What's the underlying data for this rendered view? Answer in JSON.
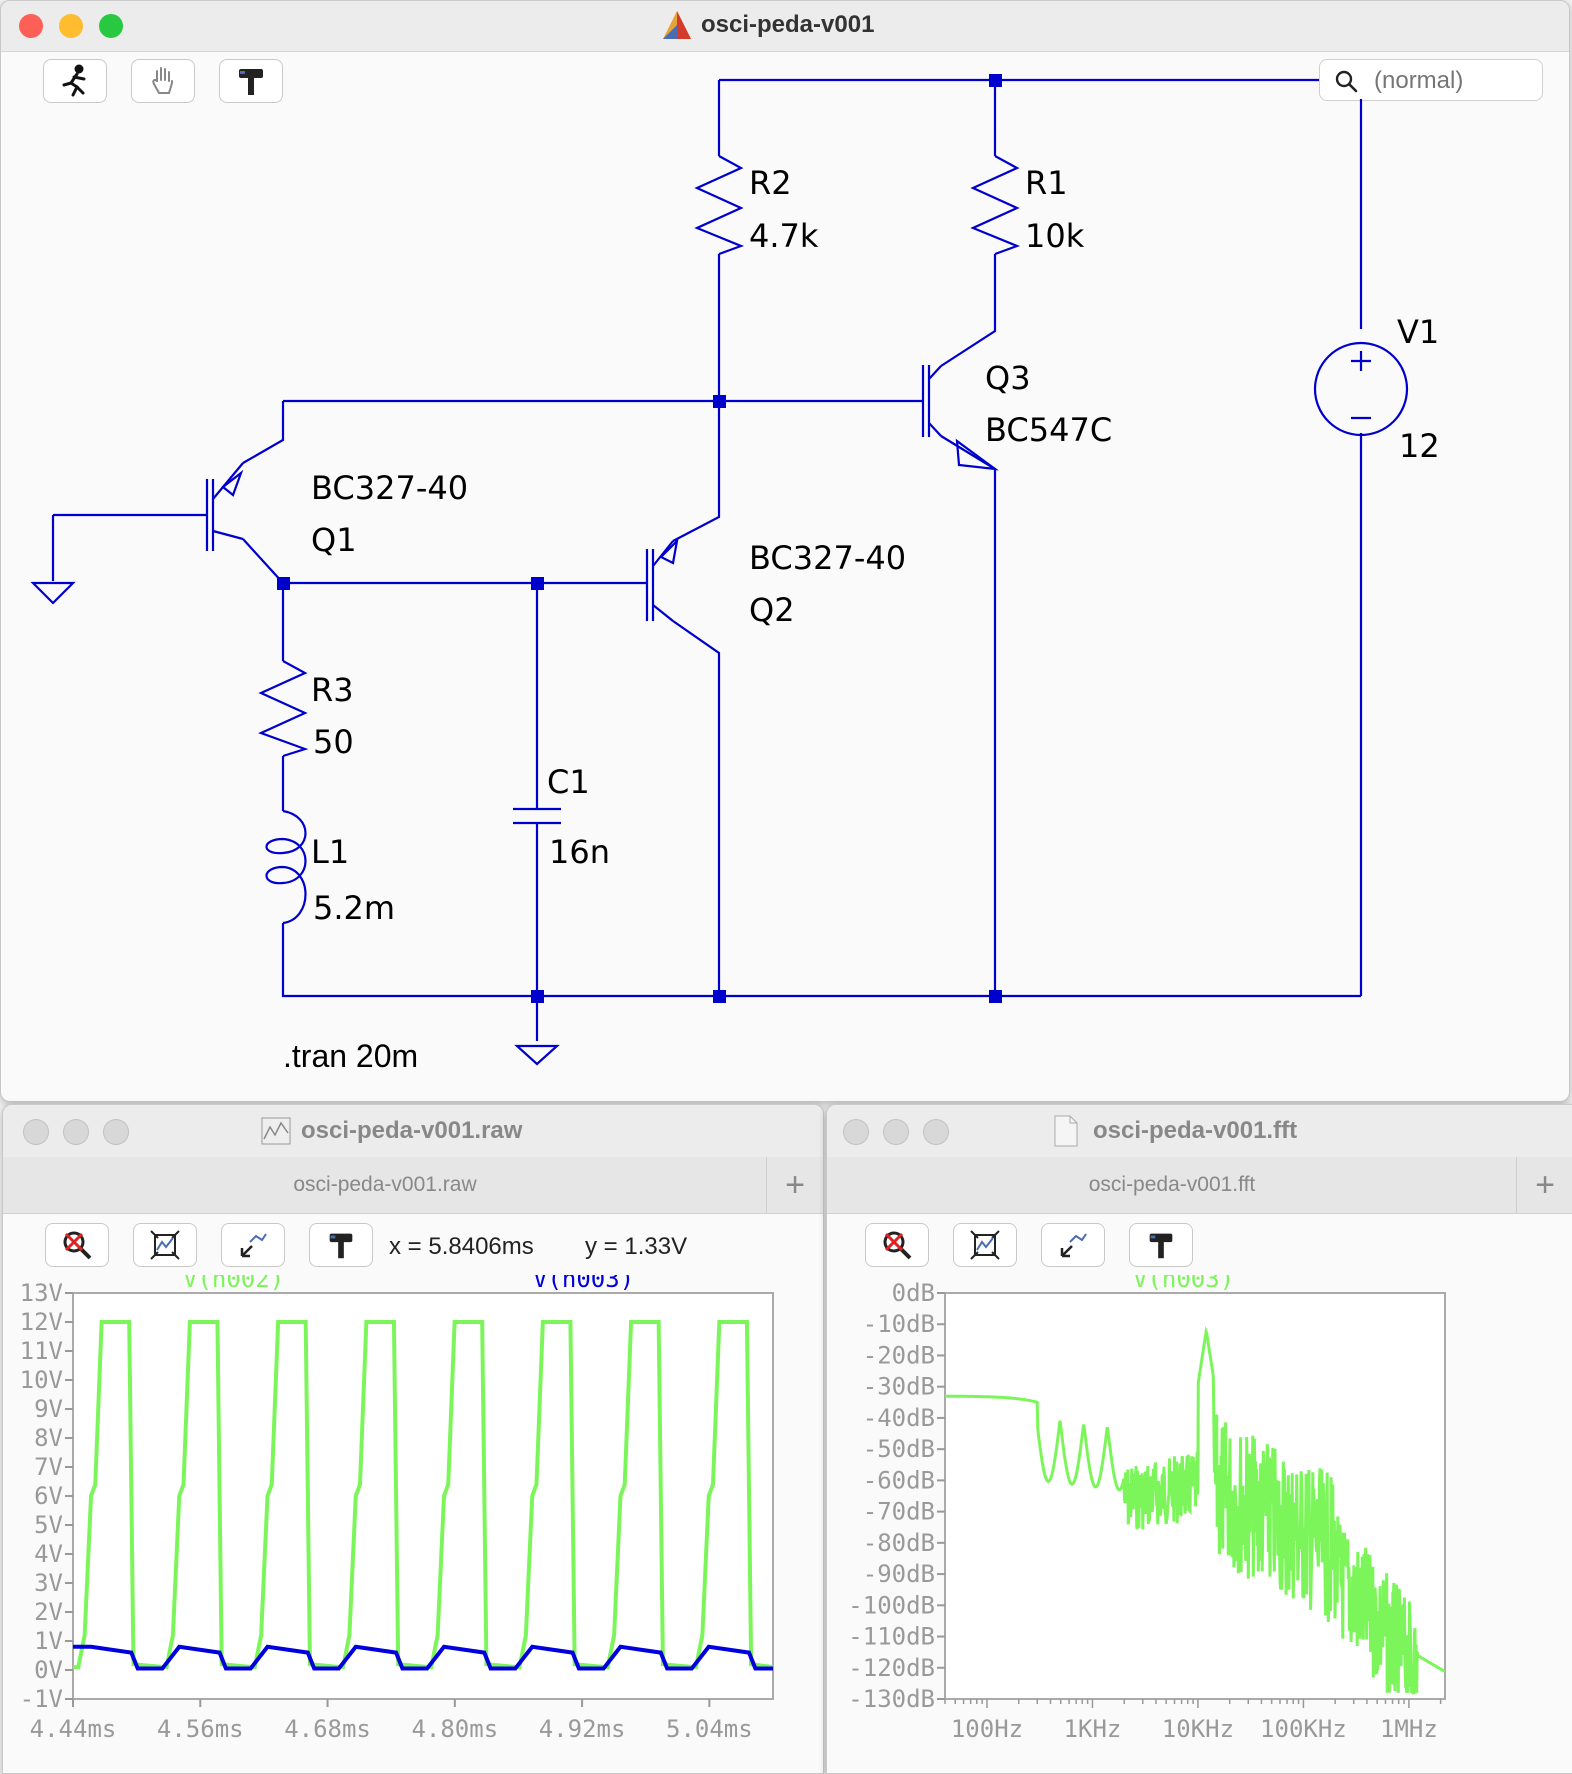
{
  "schematic_window": {
    "title": "osci-peda-v001",
    "toolbar": [
      "run",
      "pan",
      "hammer"
    ],
    "search": {
      "placeholder": "(normal)"
    },
    "components": {
      "R1": {
        "name": "R1",
        "value": "10k"
      },
      "R2": {
        "name": "R2",
        "value": "4.7k"
      },
      "R3": {
        "name": "R3",
        "value": "50"
      },
      "L1": {
        "name": "L1",
        "value": "5.2m"
      },
      "C1": {
        "name": "C1",
        "value": "16n"
      },
      "V1": {
        "name": "V1",
        "value": "12"
      },
      "Q1": {
        "name": "Q1",
        "model": "BC327-40"
      },
      "Q2": {
        "name": "Q2",
        "model": "BC327-40"
      },
      "Q3": {
        "name": "Q3",
        "model": "BC547C"
      }
    },
    "directive": ".tran 20m",
    "wire_color": "#0000cc"
  },
  "waveform_window": {
    "title": "osci-peda-v001.raw",
    "tab": "osci-peda-v001.raw",
    "readout": {
      "x": "x = 5.8406ms",
      "y": "y = 1.33V"
    },
    "chart_data": {
      "type": "line",
      "series": [
        {
          "name": "V(n002)",
          "color": "#7cf55a",
          "kind": "square"
        },
        {
          "name": "V(n003)",
          "color": "#0000dd",
          "kind": "low"
        }
      ],
      "x_ticks": [
        "4.44ms",
        "4.56ms",
        "4.68ms",
        "4.80ms",
        "4.92ms",
        "5.04ms"
      ],
      "y_ticks": [
        "13V",
        "12V",
        "11V",
        "10V",
        "9V",
        "8V",
        "7V",
        "6V",
        "5V",
        "4V",
        "3V",
        "2V",
        "1V",
        "0V",
        "-1V"
      ],
      "xlim": [
        4.44,
        5.1
      ],
      "ylim": [
        -1,
        13
      ],
      "period_ms": 0.0832,
      "high_v": 12,
      "low_v": 0,
      "blue_peak_v": 0.8
    }
  },
  "fft_window": {
    "title": "osci-peda-v001.fft",
    "tab": "osci-peda-v001.fft",
    "chart_data": {
      "type": "line",
      "series": [
        {
          "name": "V(n003)",
          "color": "#7cf55a"
        }
      ],
      "x_ticks": [
        "100Hz",
        "1KHz",
        "10KHz",
        "100KHz",
        "1MHz"
      ],
      "y_ticks": [
        "0dB",
        "-10dB",
        "-20dB",
        "-30dB",
        "-40dB",
        "-50dB",
        "-60dB",
        "-70dB",
        "-80dB",
        "-90dB",
        "-100dB",
        "-110dB",
        "-120dB",
        "-130dB"
      ],
      "xscale": "log",
      "ylim": [
        -130,
        0
      ],
      "fundamental_hz": 12000,
      "fundamental_db": -12,
      "dc_level_db": -33
    }
  }
}
